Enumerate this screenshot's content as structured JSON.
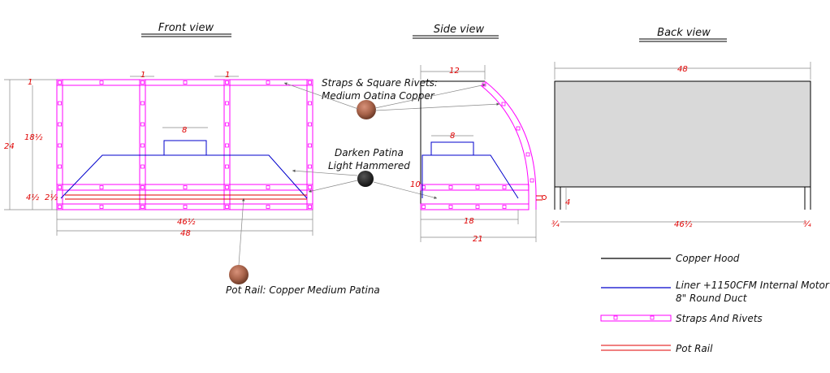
{
  "views": {
    "front_title": "Front view",
    "side_title": "Side view",
    "back_title": "Back view"
  },
  "front_dims": {
    "height_total": "24",
    "upper_height": "18½",
    "lower_height": "4½",
    "rail_offset": "2½",
    "top_offset": "1",
    "strap_width_1": "1",
    "strap_width_2": "1",
    "duct": "8",
    "inner_width": "46½",
    "width": "48"
  },
  "side_dims": {
    "top_depth": "12",
    "duct": "8",
    "liner_height": "10",
    "liner_depth": "18",
    "depth": "21"
  },
  "back_dims": {
    "width": "48",
    "leg_height": "4",
    "inner_width": "46½",
    "left_leg": "¾",
    "right_leg": "¾"
  },
  "callouts": {
    "straps_line1": "Straps & Square Rivets:",
    "straps_line2": "Medium Oatina Copper",
    "dark_line1": "Darken Patina",
    "dark_line2": "Light Hammered",
    "pot_rail": "Pot Rail: Copper Medium Patina"
  },
  "legend": {
    "copper_hood": "Copper Hood",
    "liner_line1": "Liner +1150CFM Internal Motor",
    "liner_line2": "8\" Round Duct",
    "straps": "Straps And Rivets",
    "pot_rail": "Pot Rail"
  },
  "colors": {
    "copper_hood": "#000000",
    "liner": "#0000cc",
    "straps": "#ff00ff",
    "pot_rail": "#e00000",
    "back_panel": "#d9d9d9",
    "medium_copper_swatch": "#b06a4a",
    "dark_swatch": "#2a2a2a"
  }
}
